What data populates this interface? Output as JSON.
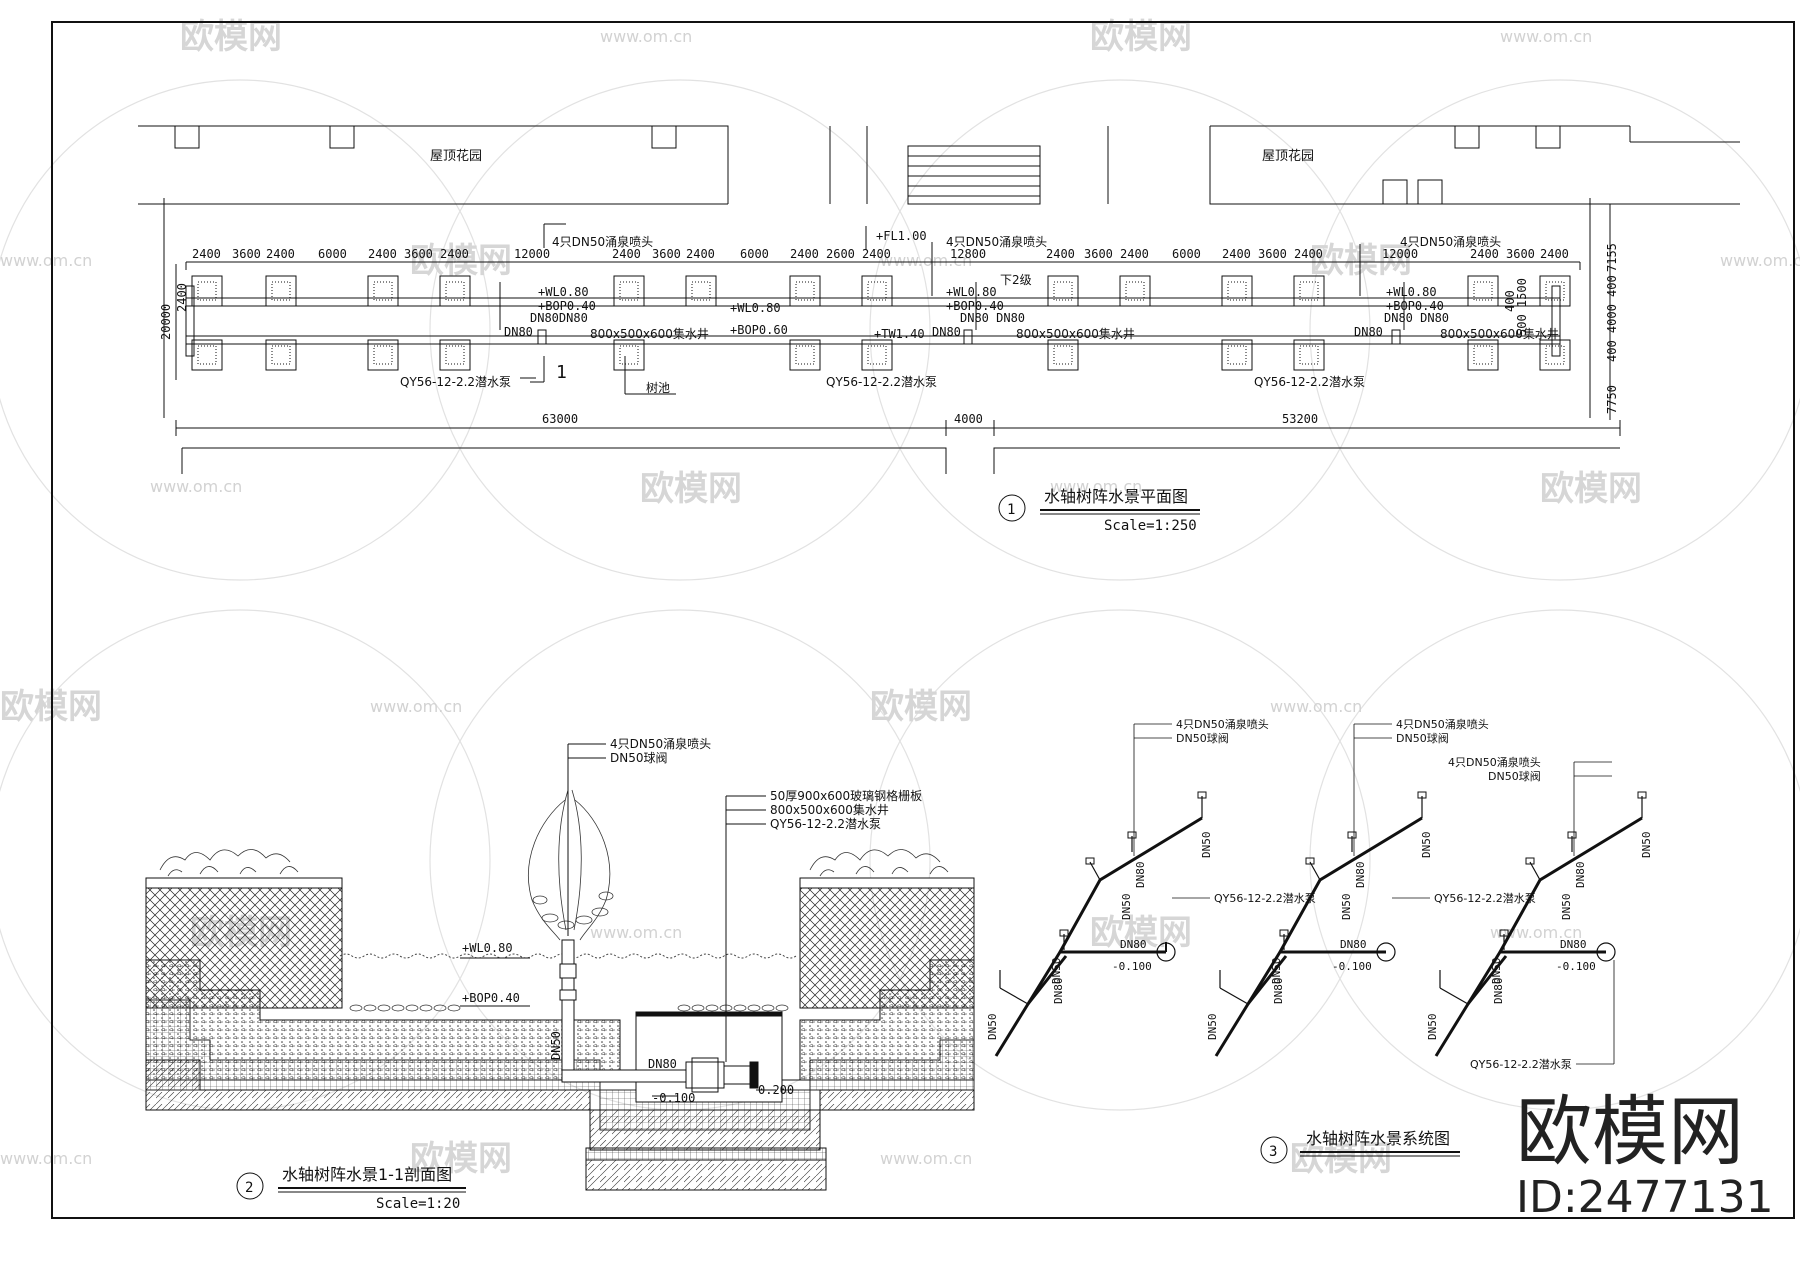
{
  "plan": {
    "title": "水轴树阵水景平面图",
    "number": "1",
    "scale": "Scale=1:250",
    "roof_garden_label": "屋顶花园",
    "top_dims_left": [
      "2400",
      "3600",
      "2400",
      "6000",
      "2400",
      "3600",
      "2400"
    ],
    "top_dims_mid": [
      "2400",
      "3600",
      "2400",
      "6000",
      "2400",
      "2600",
      "2400"
    ],
    "top_dims_right": [
      "2400",
      "3600",
      "2400",
      "6000",
      "2400",
      "3600",
      "2400"
    ],
    "dim_12000_a": "12000",
    "dim_12800": "12800",
    "dim_12000_b": "12000",
    "total_left": "63000",
    "total_mid": "4000",
    "total_right": "53200",
    "dim_20000": "20000",
    "dim_2400_side": "2400",
    "dim_7155": "7155",
    "dim_7750": "7750",
    "dim_400_4000_400": "400 4000 400",
    "dim_500_1500": "500 1500",
    "dim_400": "400",
    "fl_level": "+FL1.00",
    "stairs_down": "下2级",
    "sec_mark": "1",
    "left_nozzle": "4只DN50涌泉喷头",
    "wl_1": "+WL0.80",
    "bop_1": "+BOP0.40",
    "dn80_pair_1": "DN80DN80",
    "dn80_v1": "DN80",
    "pit_1": "800x500x600集水井",
    "wl_mid": "+WL0.80",
    "bop_mid": "+BOP0.60",
    "pump_1": "QY56-12-2.2潜水泵",
    "tree_pool": "树池",
    "mid_nozzle": "4只DN50涌泉喷头",
    "wl_2": "+WL0.80",
    "bop_2": "+BOP0.40",
    "dn80_pair_2": "DN80 DN80",
    "dn80_v2": "DN80",
    "tw_level": "+TW1.40",
    "pit_2": "800x500x600集水井",
    "pump_2": "QY56-12-2.2潜水泵",
    "right_nozzle": "4只DN50涌泉喷头",
    "wl_3": "+WL0.80",
    "bop_3": "+BOP0.40",
    "dn80_pair_3": "DN80 DN80",
    "dn80_v3": "DN80",
    "pit_3": "800x500x600集水井",
    "pump_3": "QY56-12-2.2潜水泵"
  },
  "section": {
    "title": "水轴树阵水景1-1剖面图",
    "number": "2",
    "scale": "Scale=1:20",
    "nozzle": "4只DN50涌泉喷头",
    "valve": "DN50球阀",
    "grate": "50厚900x600玻璃钢格栅板",
    "pit": "800x500x600集水井",
    "pump": "QY56-12-2.2潜水泵",
    "wl": "+WL0.80",
    "bop": "+BOP0.40",
    "dn50": "DN50",
    "dn80": "DN80",
    "lvl_neg": "-0.100",
    "lvl_200": "0.200"
  },
  "system": {
    "title": "水轴树阵水景系统图",
    "number": "3",
    "nozzle": "4只DN50涌泉喷头",
    "valve": "DN50球阀",
    "pump": "QY56-12-2.2潜水泵",
    "dn50": "DN50",
    "dn80": "DN80",
    "lvl": "-0.100"
  },
  "watermark": {
    "brand": "欧模网",
    "url": "www.om.cn",
    "big_brand": "欧模网",
    "id": "ID:2477131"
  },
  "colors": {
    "line": "#111111",
    "watermark": "#d6d6d6"
  }
}
